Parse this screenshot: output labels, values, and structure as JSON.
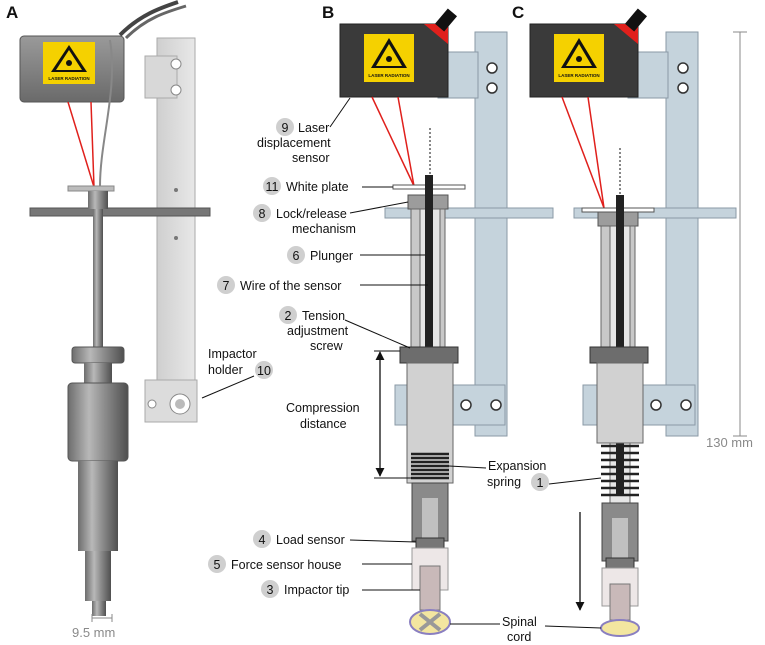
{
  "panels": [
    "A",
    "B",
    "C"
  ],
  "warning_label": "LASER RADIATION",
  "labels": {
    "laser": {
      "num": "9",
      "lines": [
        "Laser",
        "displacement",
        "sensor"
      ]
    },
    "white_plate": {
      "num": "11",
      "lines": [
        "White plate"
      ]
    },
    "lock": {
      "num": "8",
      "lines": [
        "Lock/release",
        "mechanism"
      ]
    },
    "plunger": {
      "num": "6",
      "lines": [
        "Plunger"
      ]
    },
    "wire": {
      "num": "7",
      "lines": [
        "Wire of the sensor"
      ]
    },
    "tension": {
      "num": "2",
      "lines": [
        "Tension",
        "adjustment",
        "screw"
      ]
    },
    "holder": {
      "num": "10",
      "lines": [
        "Impactor",
        "holder"
      ]
    },
    "compression": {
      "lines": [
        "Compression",
        "distance"
      ]
    },
    "spring": {
      "num": "1",
      "lines": [
        "Expansion",
        "spring"
      ]
    },
    "load": {
      "num": "4",
      "lines": [
        "Load sensor"
      ]
    },
    "force": {
      "num": "5",
      "lines": [
        "Force sensor house"
      ]
    },
    "tip": {
      "num": "3",
      "lines": [
        "Impactor tip"
      ]
    },
    "cord": {
      "lines": [
        "Spinal",
        "cord"
      ]
    }
  },
  "dimensions": {
    "width": "9.5 mm",
    "height": "130 mm"
  },
  "colors": {
    "laser_beam": "#e0201c",
    "frame": "#c5d3dc",
    "sensor_box": "#3a3a3a",
    "warning": "#f5d100",
    "cord": "#f3e6a0"
  }
}
